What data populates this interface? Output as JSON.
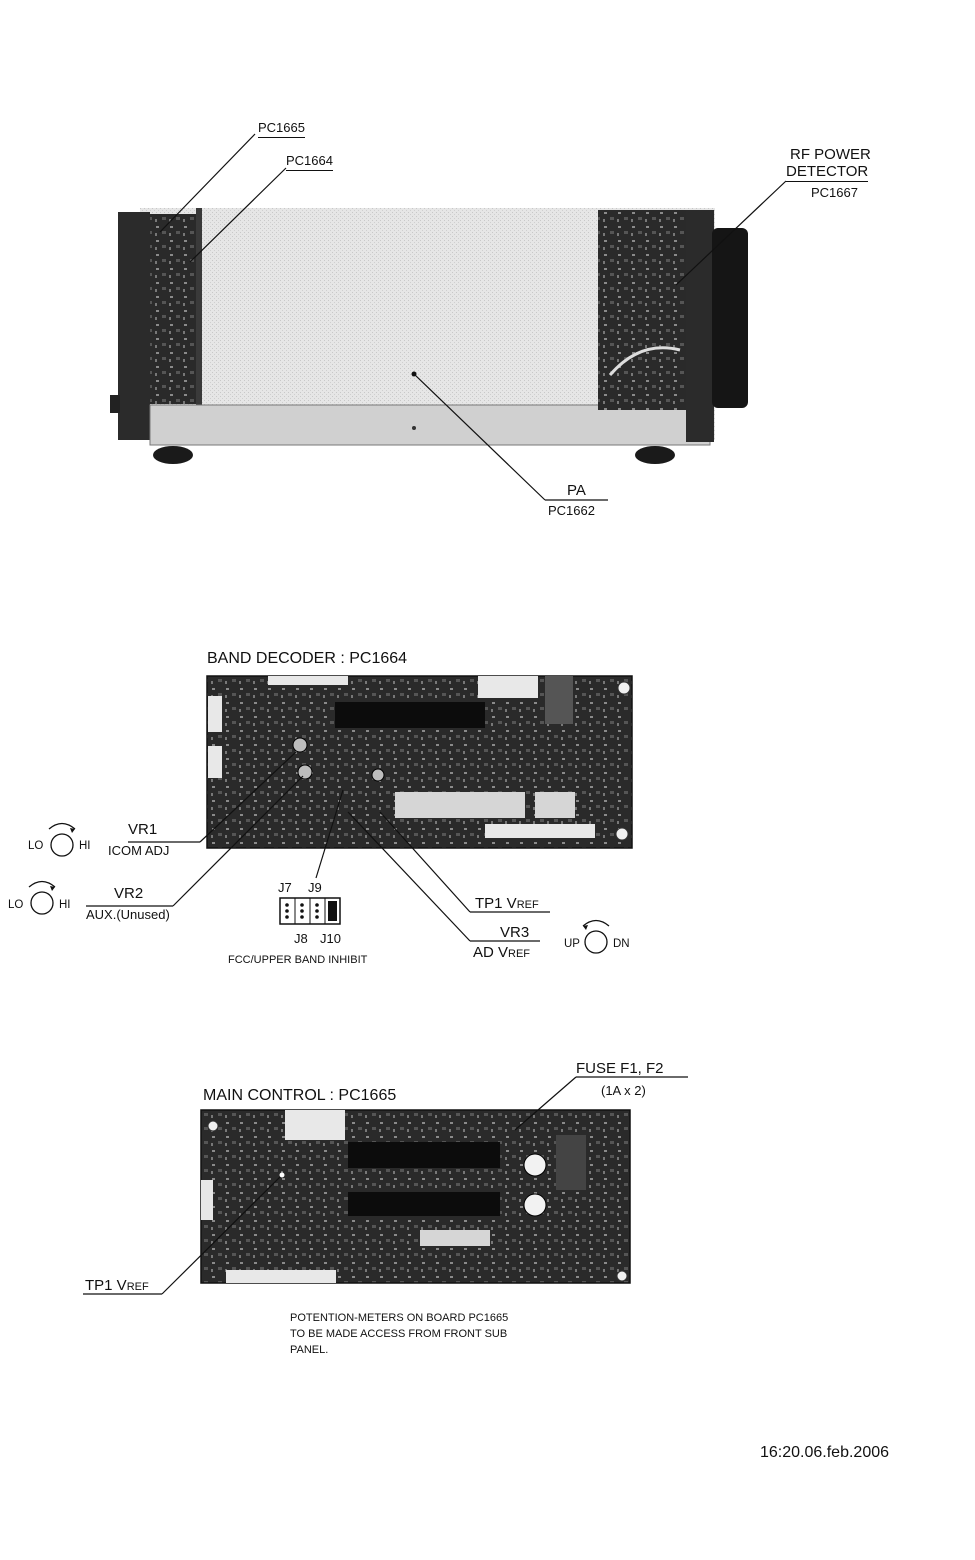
{
  "top": {
    "pc1665": "PC1665",
    "pc1664": "PC1664",
    "rf_power": "RF POWER",
    "detector": "DETECTOR",
    "pc1667": "PC1667",
    "pa": "PA",
    "pc1662": "PC1662"
  },
  "band_decoder": {
    "title": "BAND DECODER : PC1664",
    "vr1": "VR1",
    "vr1_desc": "ICOM ADJ",
    "vr2": "VR2",
    "vr2_desc": "AUX.(Unused)",
    "knob_lo": "LO",
    "knob_hi": "HI",
    "j7": "J7",
    "j9": "J9",
    "j8": "J8",
    "j10": "J10",
    "inhibit": "FCC/UPPER BAND INHIBIT",
    "tp1": "TP1 V",
    "tp1_sub": "REF",
    "vr3": "VR3",
    "ad": "AD V",
    "ad_sub": "REF",
    "knob_up": "UP",
    "knob_dn": "DN"
  },
  "main_control": {
    "title": "MAIN CONTROL : PC1665",
    "fuse": "FUSE  F1, F2",
    "fuse_rating": "(1A x 2)",
    "tp1": "TP1 V",
    "tp1_sub": "REF",
    "note_1": "POTENTION-METERS ON BOARD PC1665",
    "note_2": "TO BE MADE ACCESS FROM FRONT SUB",
    "note_3": "PANEL."
  },
  "timestamp": "16:20.06.feb.2006"
}
